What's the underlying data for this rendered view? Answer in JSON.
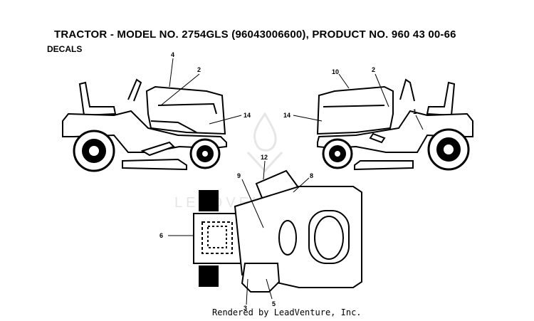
{
  "header": {
    "title": "TRACTOR - MODEL NO. 2754GLS (96043006600), PRODUCT NO. 960 43 00-66",
    "section": "DECALS"
  },
  "watermark": {
    "text": "LEADVENTURE",
    "icon": "flame-logo-icon"
  },
  "footer": {
    "credit": "Rendered by LeadVenture, Inc."
  },
  "callouts": {
    "left_view": [
      "4",
      "2",
      "14"
    ],
    "right_view": [
      "10",
      "2",
      "14",
      "1"
    ],
    "top_view": [
      "12",
      "8",
      "9",
      "6",
      "3",
      "5"
    ]
  }
}
